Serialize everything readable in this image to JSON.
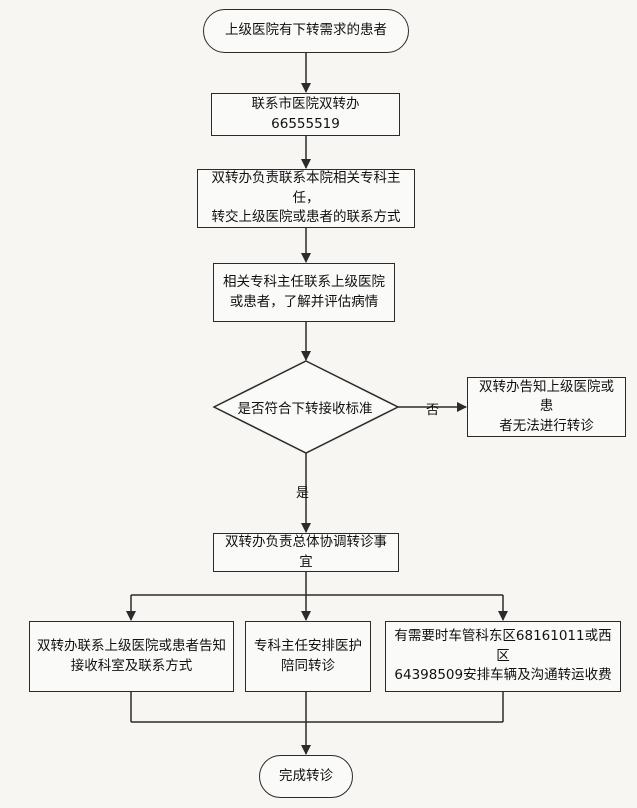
{
  "flowchart": {
    "start": "上级医院有下转需求的患者",
    "contact_office": "联系市医院双转办66555519",
    "office_contact_director": "双转办负责联系本院相关专科主任，\n转交上级医院或患者的联系方式",
    "director_assess": "相关专科主任联系上级医院\n或患者，了解并评估病情",
    "decision": "是否符合下转接收标准",
    "no_label": "否",
    "yes_label": "是",
    "reject_notice": "双转办告知上级医院或患\n者无法进行转诊",
    "coordinate": "双转办负责总体协调转诊事宜",
    "branch_notify": "双转办联系上级医院或患者告知\n接收科室及联系方式",
    "branch_escort": "专科主任安排医护\n陪同转诊",
    "branch_vehicle": "有需要时车管科东区68161011或西区\n64398509安排车辆及沟通转运收费",
    "end": "完成转诊"
  }
}
